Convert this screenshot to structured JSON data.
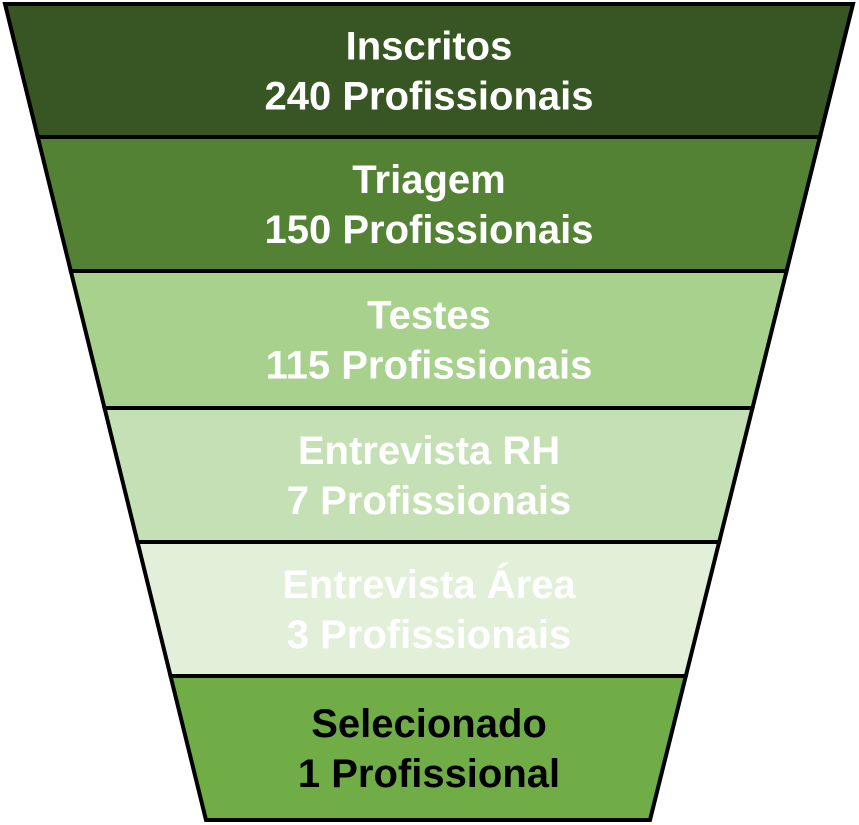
{
  "chart_data": {
    "type": "funnel",
    "title": "",
    "orientation": "top-wide",
    "background": "#FFFFFF",
    "border_color": "#000000",
    "stages": [
      {
        "label": "Inscritos",
        "value": 240,
        "value_label": "240 Profissionais",
        "fill": "#375623",
        "text_color": "#FFFFFF"
      },
      {
        "label": "Triagem",
        "value": 150,
        "value_label": "150 Profissionais",
        "fill": "#548235",
        "text_color": "#FFFFFF"
      },
      {
        "label": "Testes",
        "value": 115,
        "value_label": "115 Profissionais",
        "fill": "#A9D18E",
        "text_color": "#FFFFFF"
      },
      {
        "label": "Entrevista RH",
        "value": 7,
        "value_label": "7 Profissionais",
        "fill": "#C5E0B4",
        "text_color": "#FFFFFF"
      },
      {
        "label": "Entrevista Área",
        "value": 3,
        "value_label": "3 Profissionais",
        "fill": "#E2EFD9",
        "text_color": "#FFFFFF"
      },
      {
        "label": "Selecionado",
        "value": 1,
        "value_label": "1 Profissional",
        "fill": "#70AD47",
        "text_color": "#000000"
      }
    ]
  }
}
